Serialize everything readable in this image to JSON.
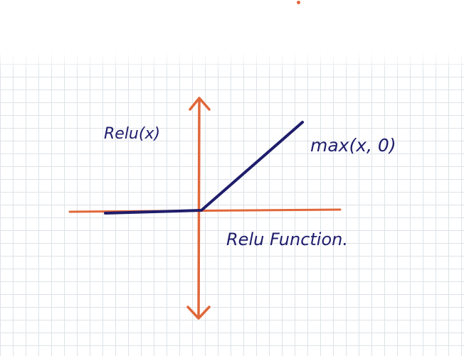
{
  "labels": {
    "y_axis": "Relu(x)",
    "formula": "max(x, 0)",
    "caption": "Relu Function."
  },
  "colors": {
    "axis": "#e0673a",
    "curve": "#1f1d6b",
    "grid": "#dde3e8",
    "ink": "#1f1d6b"
  }
}
